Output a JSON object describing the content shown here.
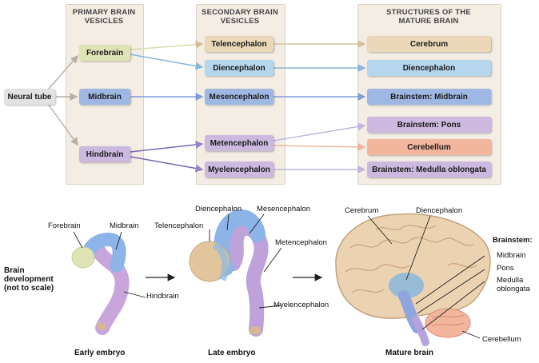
{
  "headers": {
    "primary": [
      "PRIMARY BRAIN",
      "VESICLES"
    ],
    "secondary": [
      "SECONDARY BRAIN",
      "VESICLES"
    ],
    "mature": [
      "STRUCTURES OF THE",
      "MATURE BRAIN"
    ]
  },
  "nodes": {
    "neural_tube": "Neural tube",
    "forebrain": "Forebrain",
    "midbrain": "Midbrain",
    "hindbrain": "Hindbrain",
    "telencephalon": "Telencephalon",
    "diencephalon": "Diencephalon",
    "mesencephalon": "Mesencephalon",
    "metencephalon": "Metencephalon",
    "myelencephalon": "Myelencephalon",
    "cerebrum": "Cerebrum",
    "diencephalon_mature": "Diencephalon",
    "brainstem_midbrain": "Brainstem: Midbrain",
    "brainstem_pons": "Brainstem: Pons",
    "cerebellum": "Cerebellum",
    "brainstem_medulla": "Brainstem: Medulla oblongata"
  },
  "colors": {
    "forebrain": "#dfe4b6",
    "midbrain": "#9fb8e3",
    "hindbrain": "#cdb8e0",
    "telencephalon": "#ead8b8",
    "diencephalon": "#b5d6ec",
    "mesencephalon": "#9fb8e3",
    "metencephalon": "#cdb8e0",
    "myelencephalon": "#cdb8e0",
    "cerebrum": "#ead8b8",
    "cerebellum": "#f2b59d",
    "neural_tube": "#e2e2e2"
  },
  "bottom": {
    "side_label": [
      "Brain",
      "development",
      "(not to scale)"
    ],
    "early": {
      "caption": "Early embryo",
      "forebrain": "Forebrain",
      "midbrain": "Midbrain",
      "hindbrain": "Hindbrain"
    },
    "late": {
      "caption": "Late embryo",
      "telencephalon": "Telencephalon",
      "diencephalon": "Diencephalon",
      "mesencephalon": "Mesencephalon",
      "metencephalon": "Metencephalon",
      "myelencephalon": "Myelencephalon"
    },
    "mature": {
      "caption": "Mature brain",
      "cerebrum": "Cerebrum",
      "diencephalon": "Diencephalon",
      "brainstem": "Brainstem:",
      "midbrain": "Midbrain",
      "pons": "Pons",
      "medulla": [
        "Medulla",
        "oblongata"
      ],
      "cerebellum": "Cerebellum"
    }
  }
}
